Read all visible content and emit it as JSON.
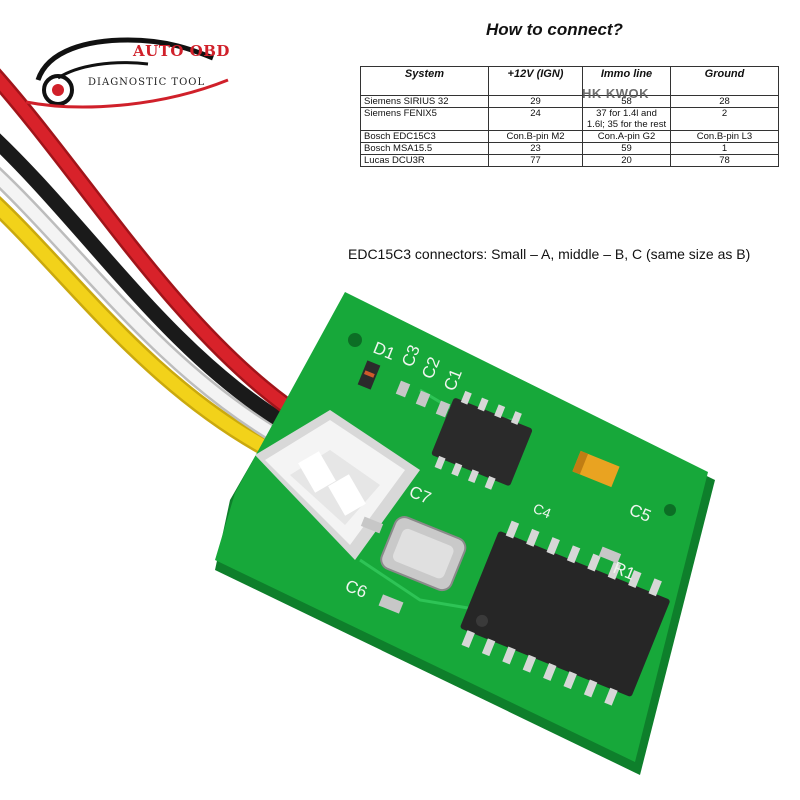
{
  "logo": {
    "brand": "AUTO OBD",
    "tagline": "DIAGNOSTIC TOOL"
  },
  "title": "How to connect?",
  "table": {
    "headers": [
      "System",
      "+12V (IGN)",
      "Immo line",
      "Ground"
    ],
    "rows": [
      [
        "Siemens SIRIUS 32",
        "29",
        "58",
        "28"
      ],
      [
        "Siemens FENIX5",
        "24",
        "37 for 1.4l and 1.6l; 35 for the rest",
        "2"
      ],
      [
        "Bosch EDC15C3",
        "Con.B-pin M2",
        "Con.A-pin G2",
        "Con.B-pin L3"
      ],
      [
        "Bosch MSA15.5",
        "23",
        "59",
        "1"
      ],
      [
        "Lucas DCU3R",
        "77",
        "20",
        "78"
      ]
    ]
  },
  "watermark": "HK KWOK",
  "note": "EDC15C3 connectors: Small – A, middle – B,   C (same size as B)",
  "board_labels": {
    "d1": "D1",
    "c1": "C1",
    "c2": "C2",
    "c3": "C3",
    "c4": "C4",
    "c5": "C5",
    "c6": "C6",
    "c7": "C7",
    "r1": "R1"
  },
  "colors": {
    "pcb": "#17a83a",
    "wire_red": "#d8222a",
    "wire_black": "#1a1a1a",
    "wire_white": "#f2f2f2",
    "wire_yellow": "#f2d21a"
  }
}
